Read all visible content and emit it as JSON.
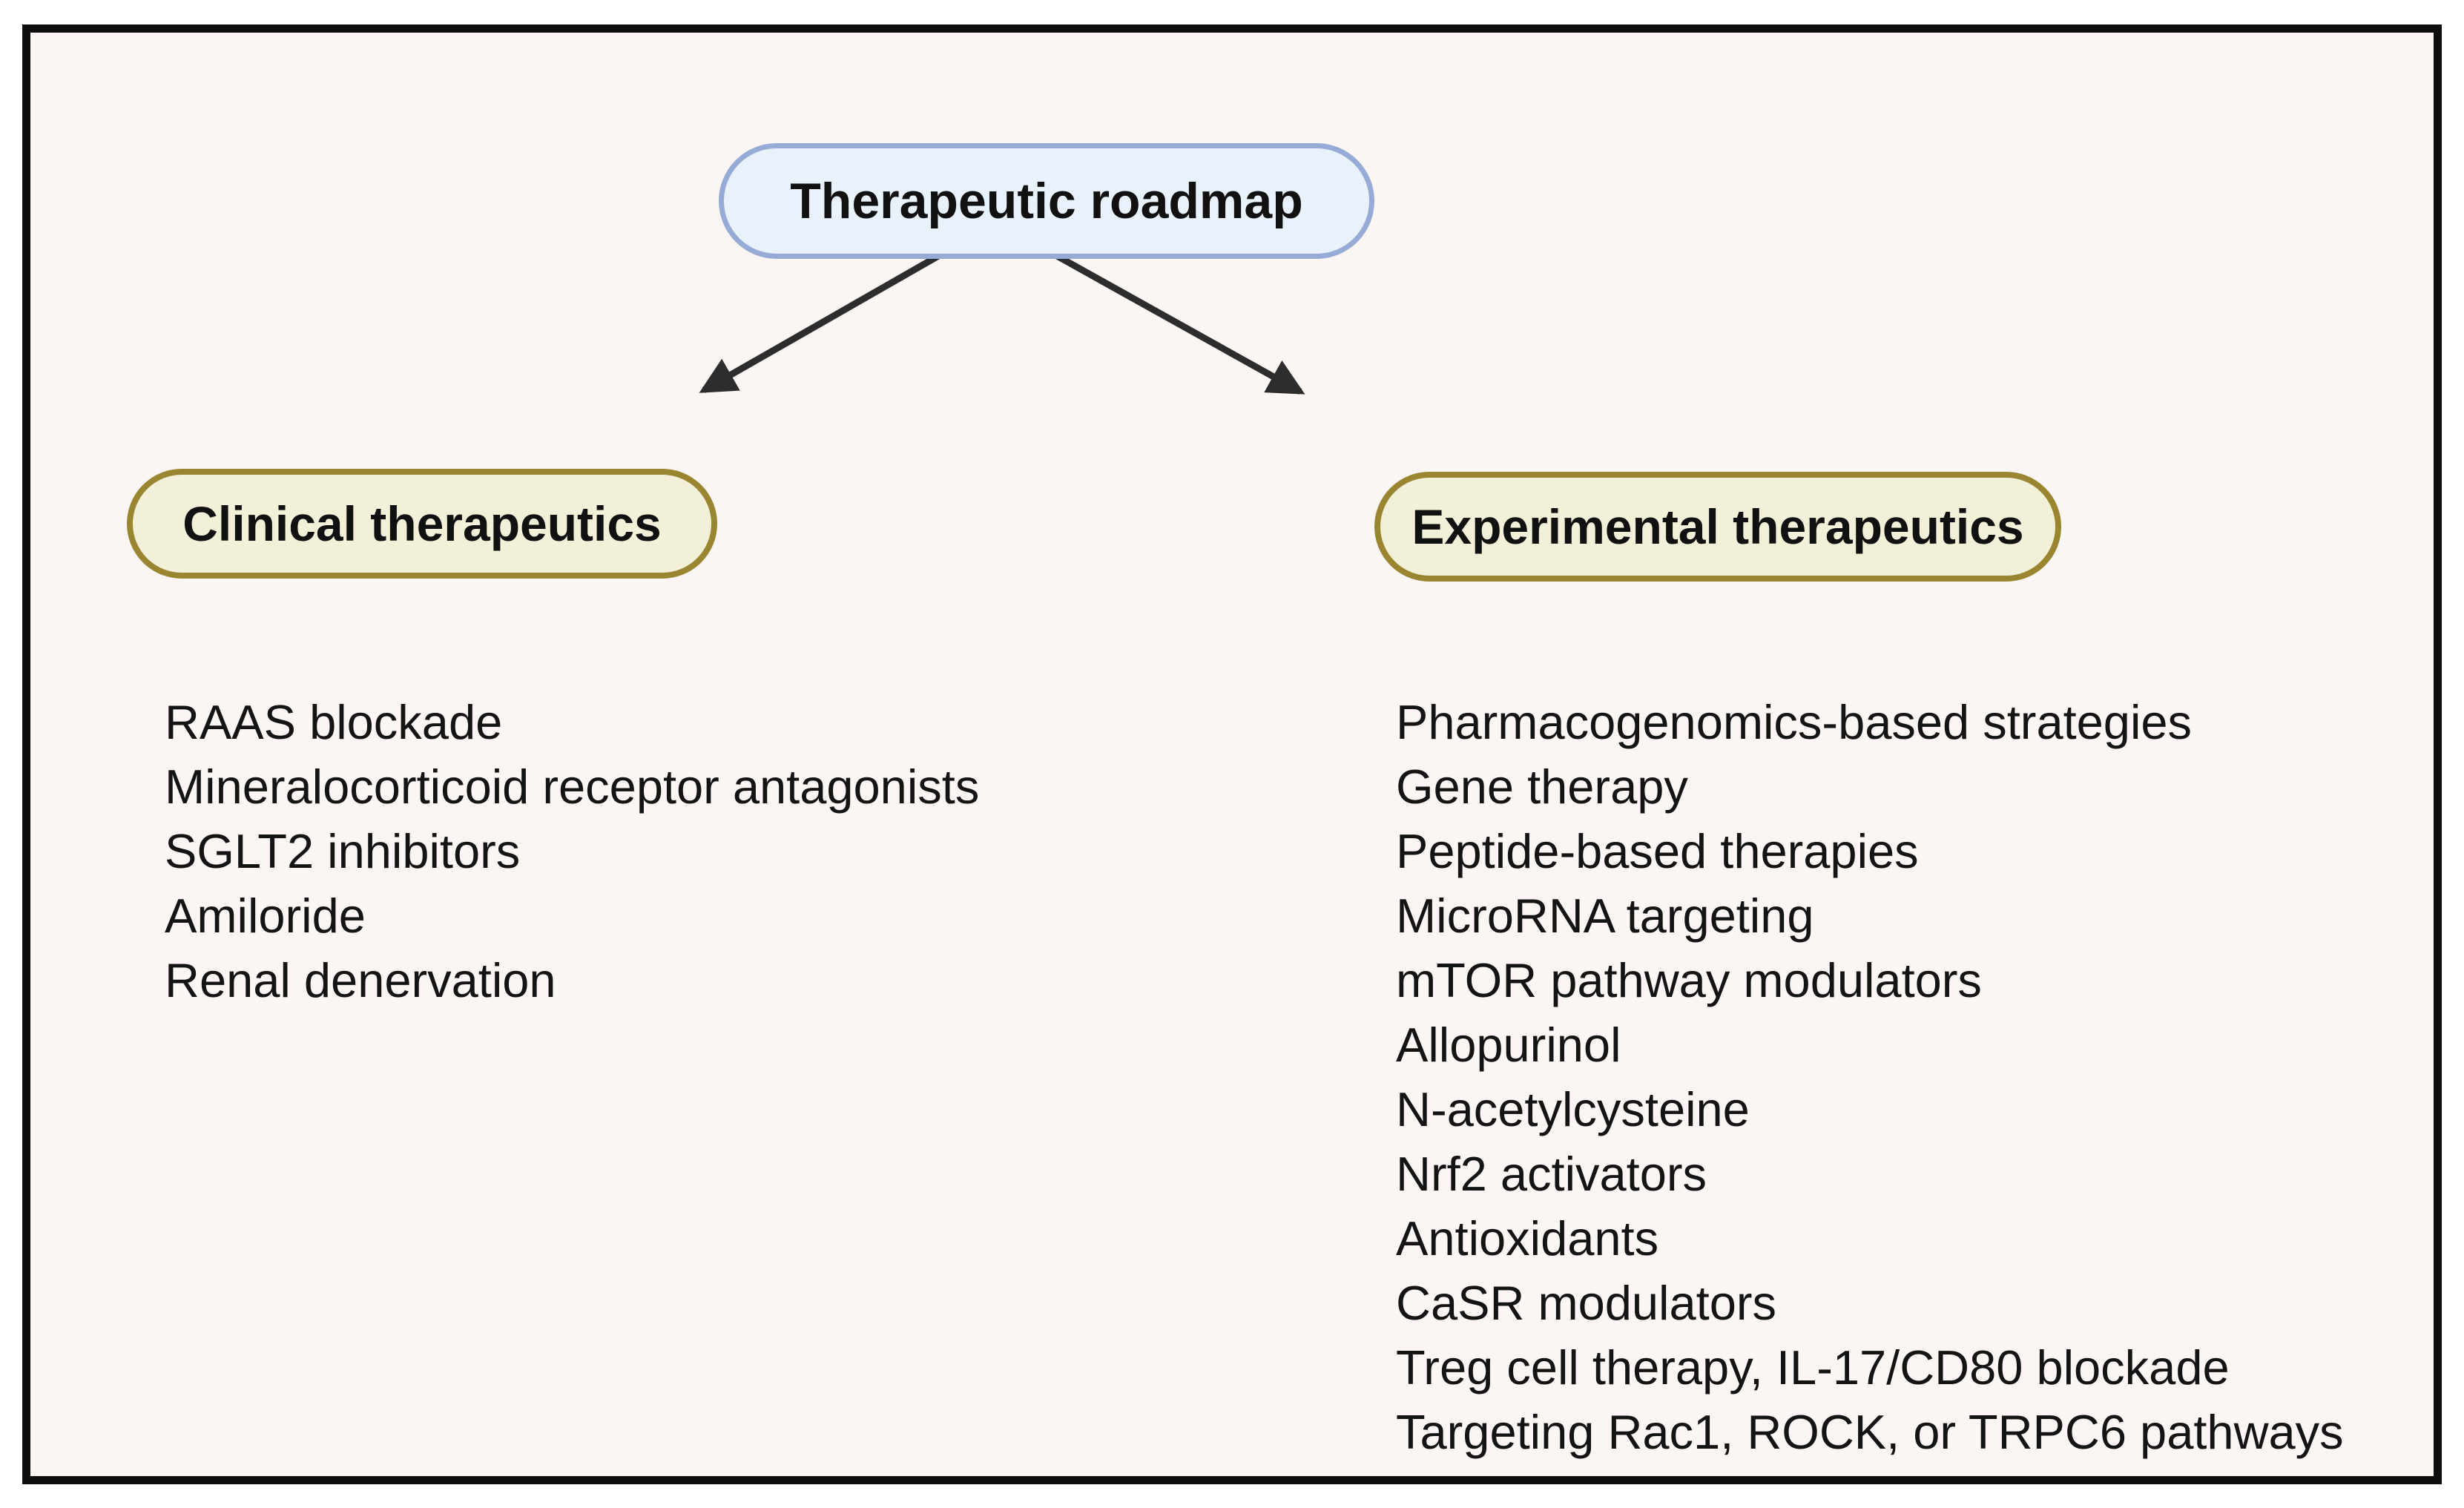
{
  "diagram": {
    "root": {
      "label": "Therapeutic roadmap"
    },
    "branches": [
      {
        "label": "Clinical therapeutics",
        "items": [
          "RAAS blockade",
          "Mineralocorticoid receptor antagonists",
          "SGLT2 inhibitors",
          "Amiloride",
          "Renal denervation"
        ]
      },
      {
        "label": "Experimental therapeutics",
        "items": [
          "Pharmacogenomics-based strategies",
          "Gene therapy",
          "Peptide-based therapies",
          "MicroRNA targeting",
          "mTOR pathway modulators",
          "Allopurinol",
          "N-acetylcysteine",
          "Nrf2 activators",
          "Antioxidants",
          "CaSR modulators",
          "Treg cell therapy, IL-17/CD80 blockade",
          "Targeting Rac1, ROCK, or TRPC6 pathways"
        ]
      }
    ],
    "connectors": [
      {
        "from": "Therapeutic roadmap",
        "to": "Clinical therapeutics",
        "style": "arrow-down-left"
      },
      {
        "from": "Therapeutic roadmap",
        "to": "Experimental therapeutics",
        "style": "arrow-down-right"
      }
    ],
    "colors": {
      "canvas_background": "#fbf6f3",
      "frame_border": "#0e0e0e",
      "root_fill": "#e9f1fb",
      "root_border": "#96abd6",
      "branch_fill": "#f3f0d9",
      "branch_border": "#9a8530",
      "arrow": "#2d2d2d",
      "text": "#111111"
    }
  }
}
